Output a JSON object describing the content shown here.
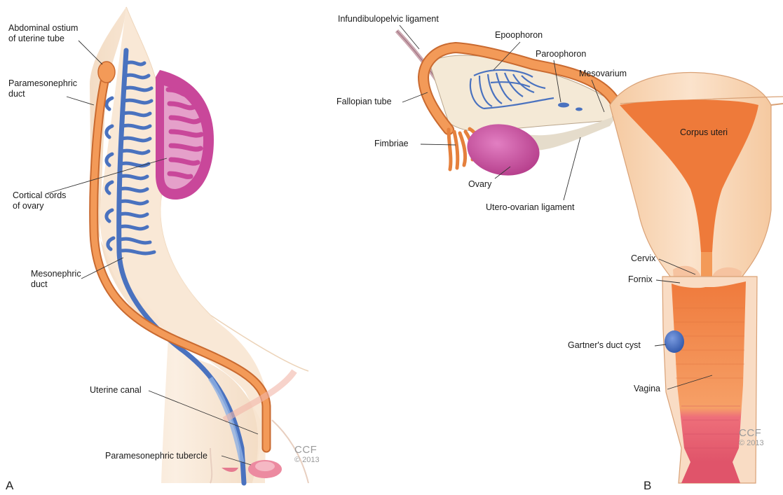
{
  "panel_a": {
    "letter": "A",
    "labels": {
      "abdominal_ostium": "Abdominal ostium\nof uterine tube",
      "paramesonephric_duct": "Paramesonephric\nduct",
      "cortical_cords": "Cortical cords\nof ovary",
      "mesonephric_duct": "Mesonephric\nduct",
      "uterine_canal": "Uterine canal",
      "paramesonephric_tubercle": "Paramesonephric tubercle"
    },
    "watermark": {
      "logo": "CCF",
      "year": "© 2013"
    }
  },
  "panel_b": {
    "letter": "B",
    "labels": {
      "infundibulopelvic": "Infundibulopelvic ligament",
      "epoophoron": "Epoophoron",
      "paroophoron": "Paroophoron",
      "mesovarium": "Mesovarium",
      "fallopian_tube": "Fallopian tube",
      "fimbriae": "Fimbriae",
      "corpus_uteri": "Corpus uteri",
      "ovary": "Ovary",
      "utero_ovarian": "Utero-ovarian ligament",
      "cervix": "Cervix",
      "fornix": "Fornix",
      "gartners_cyst": "Gartner's duct cyst",
      "vagina": "Vagina"
    },
    "watermark": {
      "logo": "CCF",
      "year": "© 2013"
    }
  },
  "colors": {
    "tissue": "#f7e4cf",
    "paramesonephric": "#f0924f",
    "mesonephric": "#4a72bf",
    "ovary": "#c9479a",
    "uterus_inner": "#ee7a3a",
    "vagina_lower": "#e2576a"
  }
}
